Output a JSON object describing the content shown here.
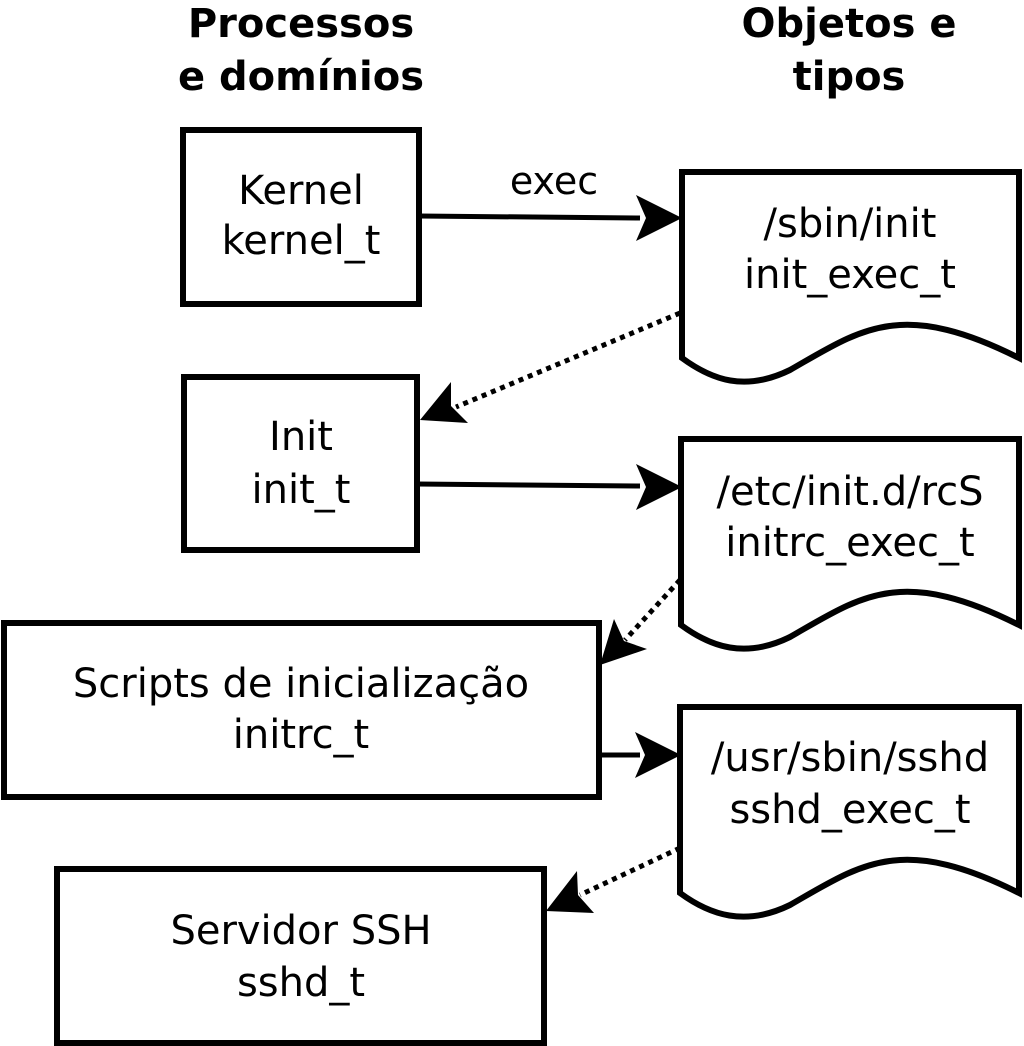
{
  "headings": {
    "processes": [
      "Processos",
      "e domínios"
    ],
    "objects": [
      "Objetos e",
      "tipos"
    ]
  },
  "processes": [
    {
      "name": "Kernel",
      "type": "kernel_t"
    },
    {
      "name": "Init",
      "type": "init_t"
    },
    {
      "name": "Scripts de inicialização",
      "type": "initrc_t"
    },
    {
      "name": "Servidor SSH",
      "type": "sshd_t"
    }
  ],
  "objects": [
    {
      "path": "/sbin/init",
      "type": "init_exec_t"
    },
    {
      "path": "/etc/init.d/rcS",
      "type": "initrc_exec_t"
    },
    {
      "path": "/usr/sbin/sshd",
      "type": "sshd_exec_t"
    }
  ],
  "edges": {
    "exec_label": "exec"
  }
}
